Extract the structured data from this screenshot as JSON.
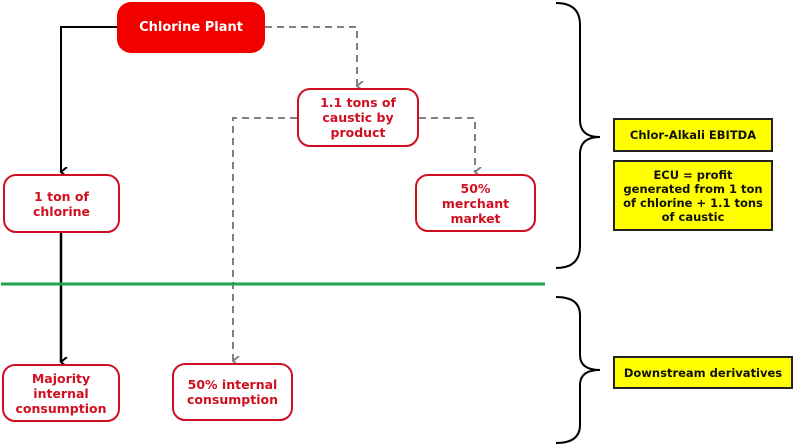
{
  "diagram": {
    "nodes": {
      "chlorine_plant": "Chlorine Plant",
      "caustic_byproduct": "1.1 tons of caustic by product",
      "one_ton_chlorine": "1 ton of chlorine",
      "merchant_market": "50% merchant market",
      "majority_internal": "Majority internal consumption",
      "internal_consumption": "50% internal consumption"
    },
    "labels": {
      "ebitda": "Chlor-Alkali EBITDA",
      "ecu": "ECU = profit generated from 1 ton of chlorine + 1.1 tons of caustic",
      "downstream": "Downstream derivatives"
    },
    "colors": {
      "primary_red": "#f20000",
      "outline_red": "#d01020",
      "divider_green": "#1fa64a",
      "label_yellow": "#ffff00",
      "dashed_gray": "#808080"
    }
  }
}
